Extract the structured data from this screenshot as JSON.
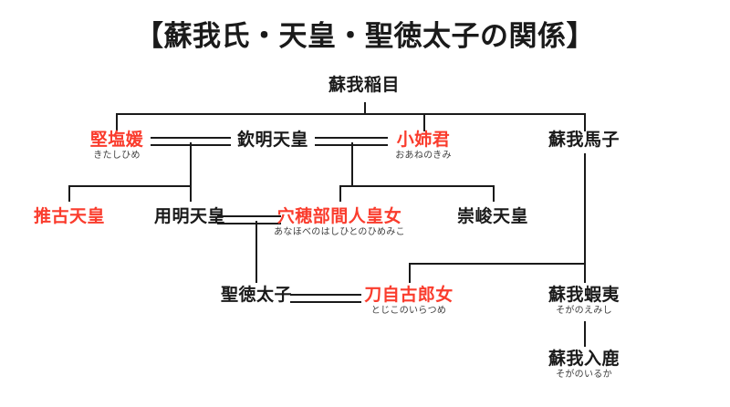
{
  "title": "【蘇我氏・天皇・聖徳太子の関係】",
  "colors": {
    "highlight": "#fa3c2d",
    "text": "#1a1a1a",
    "line": "#1a1a1a",
    "background": "#ffffff"
  },
  "people": {
    "soga_no_iname": {
      "name": "蘇我稲目",
      "kana": ""
    },
    "kitashihime": {
      "name": "堅塩媛",
      "kana": "きたしひめ"
    },
    "kinmei": {
      "name": "欽明天皇",
      "kana": ""
    },
    "oane_no_kimi": {
      "name": "小姉君",
      "kana": "おあねのきみ"
    },
    "soga_no_umako": {
      "name": "蘇我馬子",
      "kana": ""
    },
    "suiko": {
      "name": "推古天皇",
      "kana": ""
    },
    "yomei": {
      "name": "用明天皇",
      "kana": ""
    },
    "anahobe": {
      "name": "穴穂部間人皇女",
      "kana": "あなほべのはしひとのひめみこ"
    },
    "sushun": {
      "name": "崇峻天皇",
      "kana": ""
    },
    "shotoku": {
      "name": "聖徳太子",
      "kana": ""
    },
    "tojiko": {
      "name": "刀自古郎女",
      "kana": "とじこのいらつめ"
    },
    "soga_no_emishi": {
      "name": "蘇我蝦夷",
      "kana": "そがのえみし"
    },
    "soga_no_iruka": {
      "name": "蘇我入鹿",
      "kana": "そがのいるか"
    }
  },
  "highlighted": [
    "kitashihime",
    "oane_no_kimi",
    "suiko",
    "anahobe",
    "tojiko"
  ],
  "marriages": [
    {
      "left": "kitashihime",
      "right": "kinmei"
    },
    {
      "left": "kinmei",
      "right": "oane_no_kimi"
    },
    {
      "left": "yomei",
      "right": "anahobe"
    },
    {
      "left": "shotoku",
      "right": "tojiko"
    }
  ],
  "parentage": [
    {
      "parent": "soga_no_iname",
      "children": [
        "kitashihime",
        "oane_no_kimi",
        "soga_no_umako"
      ]
    },
    {
      "parent": "kitashihime+kinmei",
      "children": [
        "suiko",
        "yomei"
      ]
    },
    {
      "parent": "kinmei+oane_no_kimi",
      "children": [
        "anahobe",
        "sushun"
      ]
    },
    {
      "parent": "yomei+anahobe",
      "children": [
        "shotoku"
      ]
    },
    {
      "parent": "soga_no_umako",
      "children": [
        "tojiko",
        "soga_no_emishi"
      ]
    },
    {
      "parent": "soga_no_emishi",
      "children": [
        "soga_no_iruka"
      ]
    }
  ]
}
